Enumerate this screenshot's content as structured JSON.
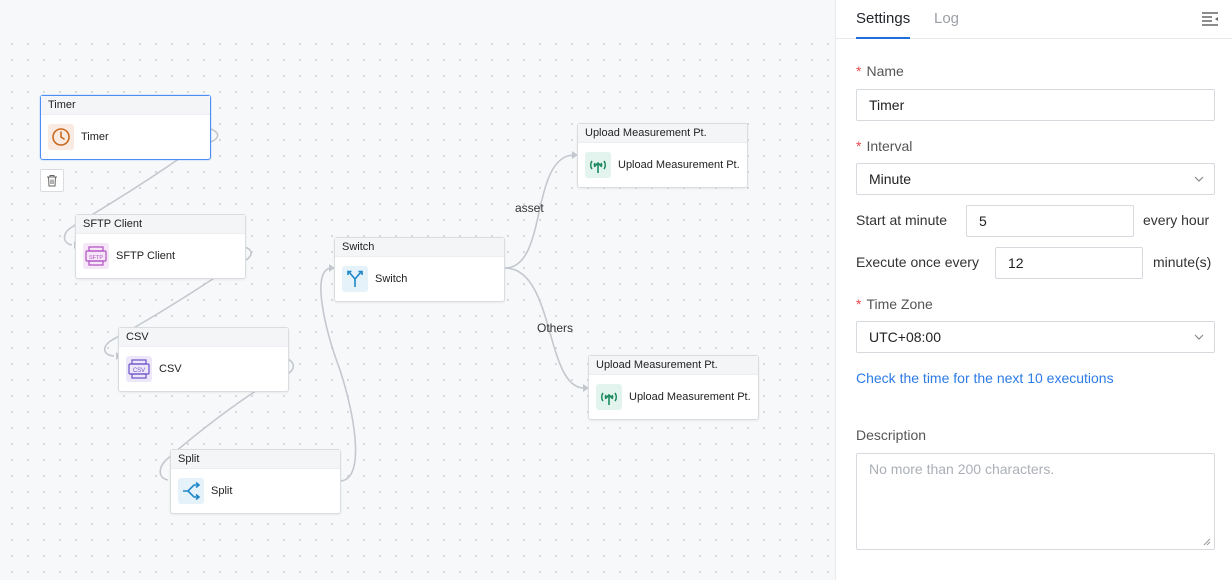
{
  "canvas": {
    "nodes": [
      {
        "id": "timer",
        "header": "Timer",
        "label": "Timer",
        "icon": "clock-icon",
        "icon_bg": "#f9ebe1",
        "icon_color": "#c9691e",
        "selected": true
      },
      {
        "id": "sftp",
        "header": "SFTP Client",
        "label": "SFTP Client",
        "icon": "sftp-icon",
        "icon_bg": "#f5e6f8",
        "icon_color": "#b24fc4",
        "selected": false
      },
      {
        "id": "csv",
        "header": "CSV",
        "label": "CSV",
        "icon": "csv-icon",
        "icon_bg": "#ece8f9",
        "icon_color": "#6b52c8",
        "selected": false
      },
      {
        "id": "split",
        "header": "Split",
        "label": "Split",
        "icon": "split-icon",
        "icon_bg": "#e5f2fa",
        "icon_color": "#1f86c8",
        "selected": false
      },
      {
        "id": "switch",
        "header": "Switch",
        "label": "Switch",
        "icon": "switch-icon",
        "icon_bg": "#e5f2fa",
        "icon_color": "#1f86c8",
        "selected": false
      },
      {
        "id": "upload1",
        "header": "Upload Measurement Pt.",
        "label": "Upload Measurement Pt.",
        "icon": "upload-measurement-icon",
        "icon_bg": "#e3f4ee",
        "icon_color": "#1d8a5f",
        "selected": false
      },
      {
        "id": "upload2",
        "header": "Upload Measurement Pt.",
        "label": "Upload Measurement Pt.",
        "icon": "upload-measurement-icon",
        "icon_bg": "#e3f4ee",
        "icon_color": "#1d8a5f",
        "selected": false
      }
    ],
    "edge_labels": {
      "asset": "asset",
      "others": "Others"
    }
  },
  "panel": {
    "tabs": {
      "settings": "Settings",
      "log": "Log"
    },
    "name_label": "Name",
    "name_value": "Timer",
    "interval_label": "Interval",
    "interval_value": "Minute",
    "start_label": "Start at minute",
    "start_value": "5",
    "start_suffix": "every hour",
    "execute_label": "Execute once every",
    "execute_value": "12",
    "execute_suffix": "minute(s)",
    "timezone_label": "Time Zone",
    "timezone_value": "UTC+08:00",
    "check_link": "Check the time for the next 10 executions",
    "description_label": "Description",
    "description_placeholder": "No more than 200 characters.",
    "accent_color": "#1e6fde",
    "required_color": "#e5484d"
  }
}
